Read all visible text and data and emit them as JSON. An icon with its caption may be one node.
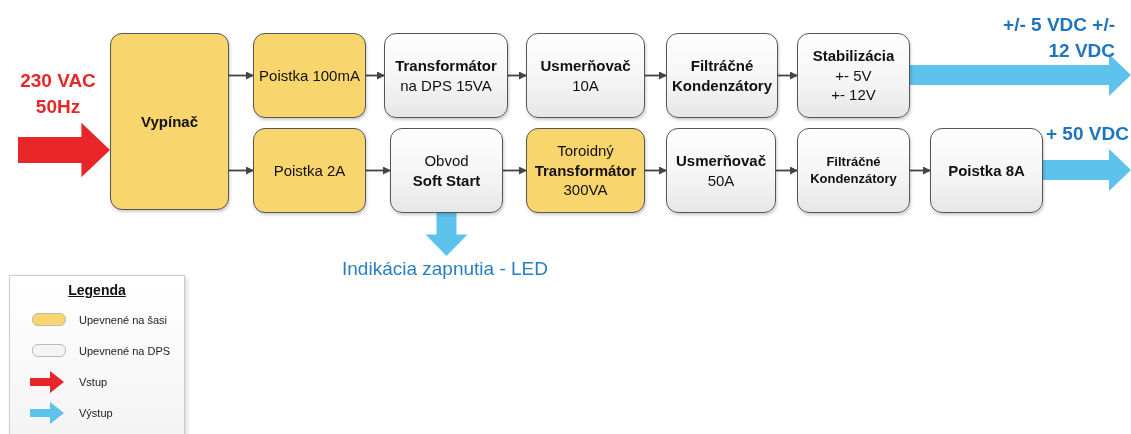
{
  "diagram": {
    "nodes": [
      {
        "text": [
          "Vypínač"
        ]
      },
      {
        "text": [
          "Poistka 100mA"
        ]
      },
      {
        "text": [
          "Transformátor",
          "na DPS 15VA"
        ]
      },
      {
        "text": [
          "Usmerňovač",
          "10A"
        ]
      },
      {
        "text": [
          "Filtráčné Kondenzátory"
        ]
      },
      {
        "text": [
          "Stabilizácia",
          "+- 5V",
          "+- 12V"
        ]
      },
      {
        "text": [
          "Poistka 2A"
        ]
      },
      {
        "text": [
          "Obvod",
          "Soft Start"
        ]
      },
      {
        "text": [
          "Toroidný",
          "Transformátor",
          "300VA"
        ]
      },
      {
        "text": [
          "Usmerňovač",
          "50A"
        ]
      },
      {
        "text": [
          "Filtráčné Kondenzátory"
        ]
      },
      {
        "text": [
          "Poistka 8A"
        ]
      },
      {
        "text": [
          "Indikácia zapnutia - LED"
        ]
      }
    ],
    "edges": [
      {
        "from": null,
        "to": 0,
        "arrow": "to",
        "style": "thick",
        "color": "#e8262a"
      },
      {
        "from": 0,
        "to": 1,
        "arrow": "to"
      },
      {
        "from": 1,
        "to": 2,
        "arrow": "to"
      },
      {
        "from": 2,
        "to": 3,
        "arrow": "to"
      },
      {
        "from": 3,
        "to": 4,
        "arrow": "to"
      },
      {
        "from": 4,
        "to": 5,
        "arrow": "to"
      },
      {
        "from": 5,
        "to": null,
        "arrow": "to",
        "style": "thick",
        "color": "#5ec3ec"
      },
      {
        "from": 0,
        "to": 6,
        "arrow": "to"
      },
      {
        "from": 6,
        "to": 7,
        "arrow": "to"
      },
      {
        "from": 7,
        "to": 8,
        "arrow": "to"
      },
      {
        "from": 8,
        "to": 9,
        "arrow": "to"
      },
      {
        "from": 9,
        "to": 10,
        "arrow": "to"
      },
      {
        "from": 10,
        "to": 11,
        "arrow": "to"
      },
      {
        "from": 11,
        "to": null,
        "arrow": "to",
        "style": "thick",
        "color": "#5ec3ec"
      },
      {
        "from": 7,
        "to": 12,
        "arrow": "to",
        "style": "thick",
        "color": "#5ec3ec"
      }
    ],
    "labels": [
      "+/- 5 VDC +/- 12 VDC",
      "230 VAC 50Hz",
      "+ 50 VDC",
      "Legenda"
    ],
    "legend": [
      {
        "text": "Upevnené na šasi",
        "color": "#f9d56e"
      },
      {
        "text": "Upevnené na DPS",
        "color": "#f4f4f4"
      },
      {
        "text": "Vstup"
      },
      {
        "text": "Výstup"
      }
    ]
  }
}
